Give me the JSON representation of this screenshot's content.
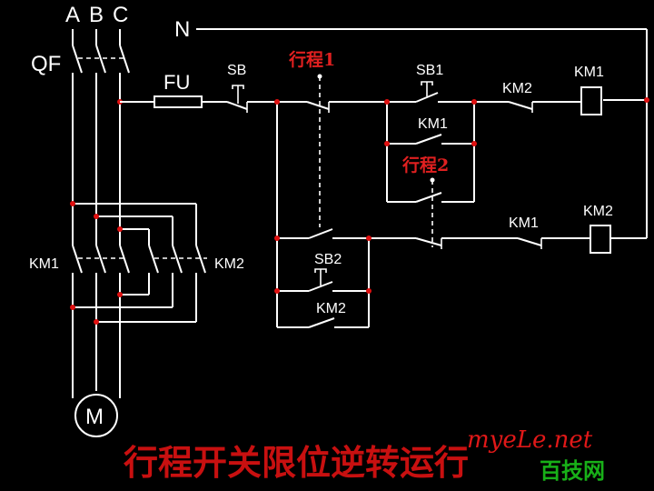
{
  "labels": {
    "phase_a": "A",
    "phase_b": "B",
    "phase_c": "C",
    "neutral": "N",
    "breaker": "QF",
    "fuse": "FU",
    "stop_button": "SB",
    "limit_switch_1": "行程1",
    "limit_switch_2": "行程2",
    "button_sb1": "SB1",
    "button_sb2": "SB2",
    "km1_top_contact": "KM1",
    "km1_seal_contact": "KM1",
    "km1_interlock": "KM1",
    "km2_interlock": "KM2",
    "km2_seal_contact": "KM2",
    "coil_km1": "KM1",
    "coil_km2": "KM2",
    "main_km1": "KM1",
    "main_km2": "KM2",
    "motor": "M"
  },
  "title": "行程开关限位逆转运行",
  "watermark": {
    "site": "myeLe.net",
    "brand": "百技网"
  },
  "colors": {
    "background": "#000000",
    "wire": "#ffffff",
    "junction": "#e01010",
    "title": "#c81010",
    "watermark_site": "#e01818",
    "watermark_brand": "#18b018"
  }
}
